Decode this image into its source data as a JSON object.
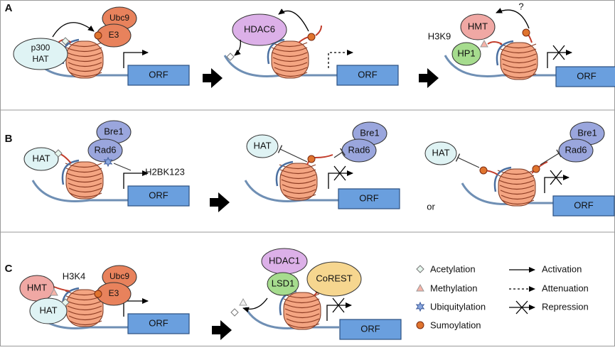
{
  "panels": {
    "A": {
      "label": "A",
      "step1": {
        "p300": "p300",
        "hat": "HAT",
        "ubc9": "Ubc9",
        "e3": "E3",
        "orf": "ORF"
      },
      "step2": {
        "hdac6": "HDAC6",
        "orf": "ORF"
      },
      "step3": {
        "question": "?",
        "hmt": "HMT",
        "h3k9": "H3K9",
        "hp1": "HP1",
        "orf": "ORF"
      }
    },
    "B": {
      "label": "B",
      "step1": {
        "hat": "HAT",
        "bre1": "Bre1",
        "rad6": "Rad6",
        "h2bk123": "H2BK123",
        "orf": "ORF"
      },
      "step2": {
        "hat": "HAT",
        "bre1": "Bre1",
        "rad6": "Rad6",
        "orf": "ORF"
      },
      "or": "or",
      "step3": {
        "hat": "HAT",
        "bre1": "Bre1",
        "rad6": "Rad6",
        "orf": "ORF"
      }
    },
    "C": {
      "label": "C",
      "step1": {
        "hmt": "HMT",
        "h3k4": "H3K4",
        "hat": "HAT",
        "ubc9": "Ubc9",
        "e3": "E3",
        "orf": "ORF"
      },
      "step2": {
        "hdac1": "HDAC1",
        "lsd1": "LSD1",
        "corest": "CoREST",
        "orf": "ORF"
      }
    }
  },
  "legend": {
    "acetylation": "Acetylation",
    "methylation": "Methylation",
    "ubiquitylation": "Ubiquitylation",
    "sumoylation": "Sumoylation",
    "activation": "Activation",
    "attenuation": "Attenuation",
    "repression": "Repression"
  },
  "colors": {
    "orf": "#6a9fde",
    "hat": "#dff3f4",
    "ubc9": "#e8825c",
    "hdac": "#dcb0e8",
    "hmt": "#f0a8a4",
    "hp1": "#a6dc8e",
    "rad6": "#9aa6dd",
    "corest": "#f6d68f",
    "dna": "#6f8fb4",
    "tail": "#c23c2a",
    "sumo": "#e0742e"
  }
}
